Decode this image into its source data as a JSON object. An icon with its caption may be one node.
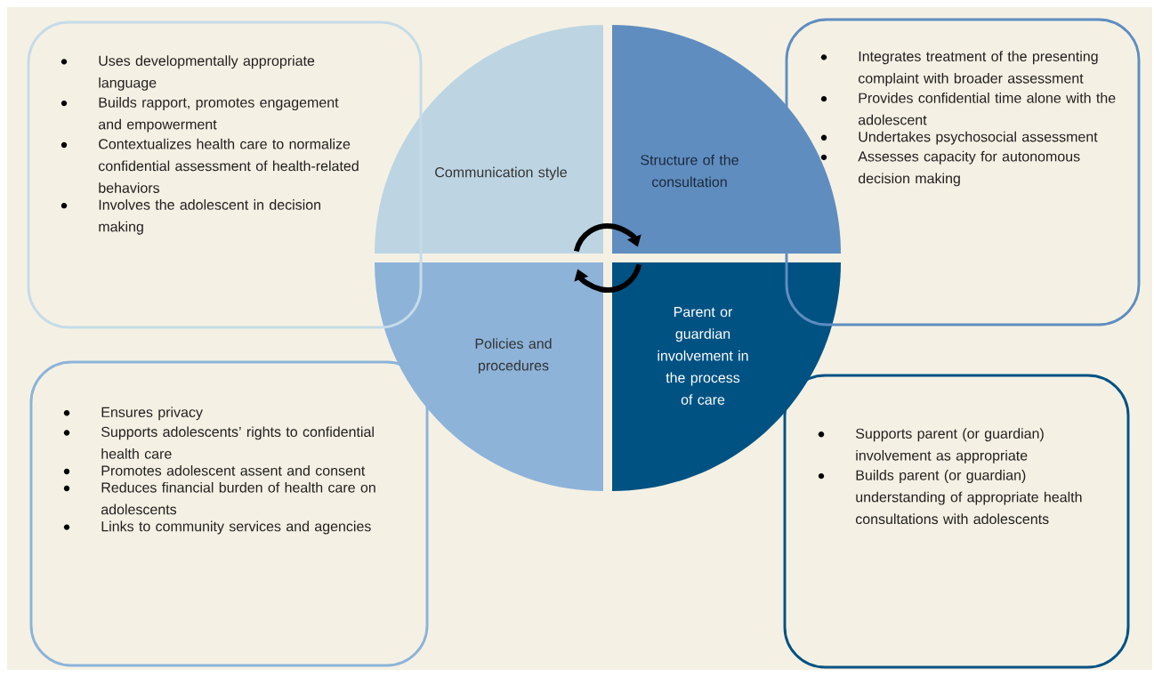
{
  "diagram": {
    "nodes": [
      {
        "text": [
          "Uses developmentally appropriate language",
          "Builds rapport, promotes engagement and empowerment",
          "Contextualizes health care to normalize confidential assessment of health-related behaviors",
          "Involves the adolescent in decision making"
        ]
      },
      {
        "text": [
          "Communication style"
        ]
      },
      {
        "text": [
          "Structure of the consultation"
        ]
      },
      {
        "text": [
          "Integrates treatment of the presenting complaint with broader assessment",
          "Provides confidential time alone with the adolescent",
          "Undertakes psychosocial assessment",
          "Assesses capacity for autonomous decision making"
        ]
      },
      {
        "text": [
          "Policies and procedures"
        ]
      },
      {
        "text": [
          "Parent or guardian involvement in the process of care"
        ]
      },
      {
        "text": [
          "Ensures privacy",
          "Supports adolescents’ rights to confidential health care",
          "Promotes adolescent assent and consent",
          "Reduces financial burden of health care on adolescents",
          "Links to community services and agencies"
        ]
      },
      {
        "text": [
          "Supports parent (or guardian) involvement as appropriate",
          "Builds parent (or guardian) understanding of appropriate health consultations with adolescents"
        ]
      }
    ],
    "edges": [
      {
        "from": 1,
        "to": 2,
        "arrow": "to"
      },
      {
        "from": 5,
        "to": 4,
        "arrow": "to"
      }
    ]
  }
}
